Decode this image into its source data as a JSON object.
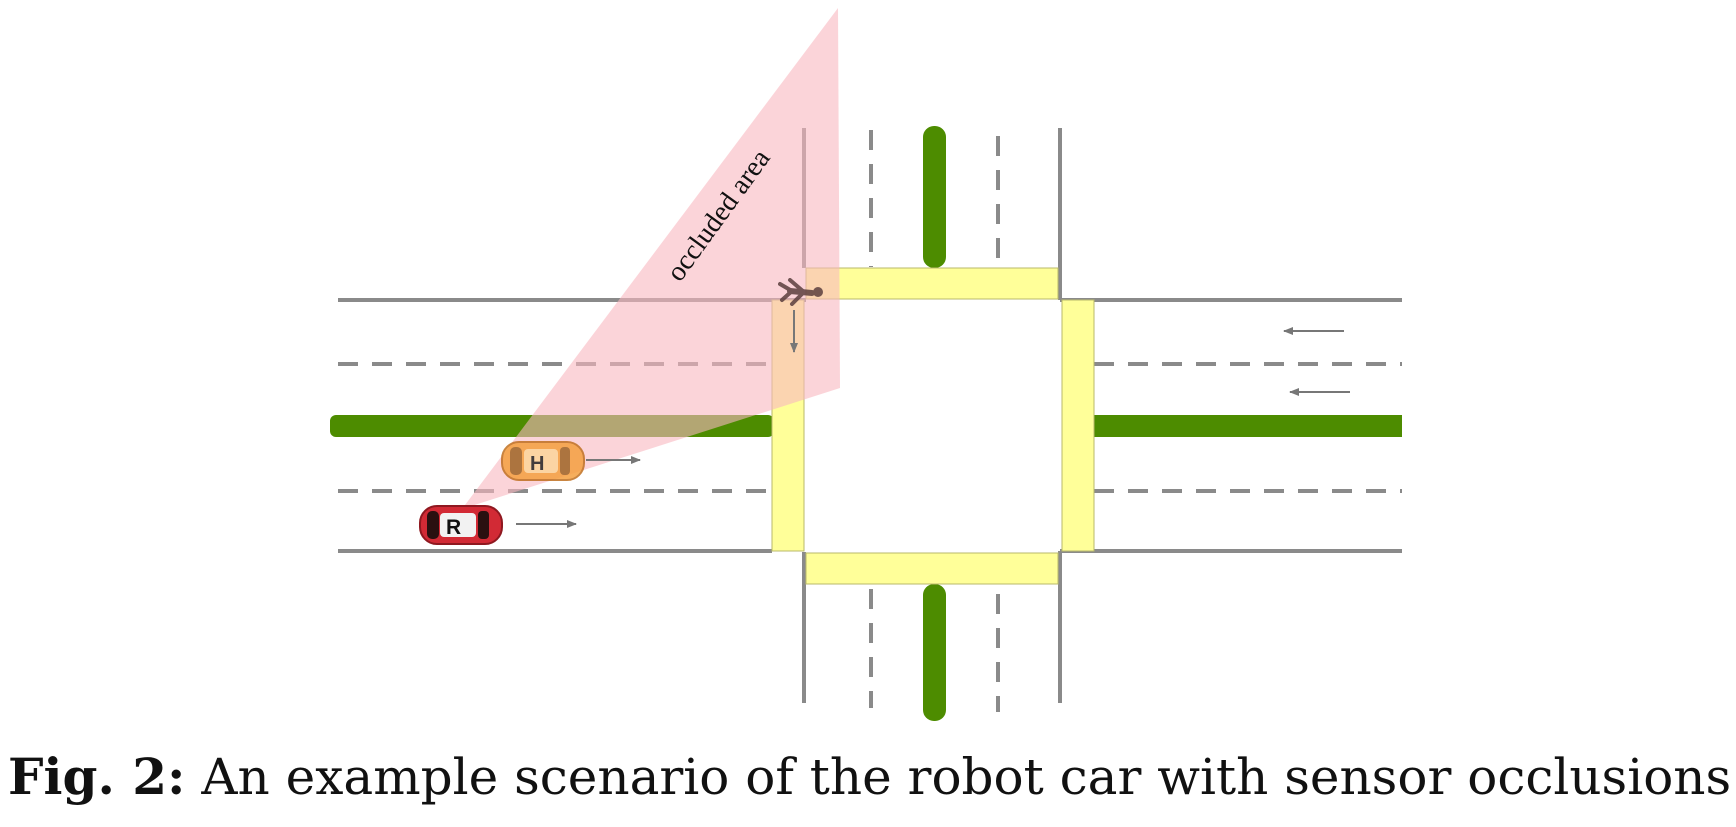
{
  "diagram": {
    "occluded_label": "occluded area",
    "robot_car_label": "R",
    "human_car_label": "H",
    "colors": {
      "road_edge": "#8a8a8a",
      "median": "#4d8c00",
      "crosswalk": "#ffff99",
      "occlusion": "#f9b8bf",
      "robot_car": "#d22a35",
      "human_car": "#f5a040",
      "arrow": "#777777"
    },
    "icons": [
      "pedestrian-icon",
      "robot-car-icon",
      "human-car-icon"
    ]
  },
  "caption": {
    "label": "Fig. 2:",
    "text": "An example scenario of the robot car with sensor occlusions"
  }
}
